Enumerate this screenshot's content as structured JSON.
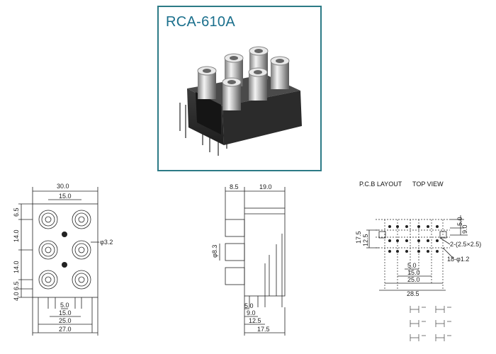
{
  "product": {
    "model": "RCA-610A"
  },
  "front_view": {
    "dims": {
      "overall_width": "30.0",
      "jack_pitch": "15.0",
      "hole_dia": "φ3.2",
      "top_offset": "6.5",
      "row_pitch_upper": "14.0",
      "row_pitch_lower": "14.0",
      "bottom_a": "6.5",
      "bottom_b": "4.0",
      "pin_span_a": "5.0",
      "pin_span_b": "15.0",
      "pin_span_c": "25.0",
      "base_width": "27.0"
    }
  },
  "side_view": {
    "dims": {
      "jack_depth": "8.5",
      "body_depth": "19.0",
      "jack_dia": "φ8.3",
      "pin_a": "5.0",
      "pin_b": "9.0",
      "pin_c": "12.5",
      "pin_d": "17.5"
    }
  },
  "pcb_layout": {
    "heading_left": "P.C.B LAYOUT",
    "heading_right": "TOP VIEW",
    "dims": {
      "top_a": "5.0",
      "top_b": "9.0",
      "left_a": "12.5",
      "left_b": "17.5",
      "holes_big": "2-(2.5×2.5)",
      "holes_small": "18-φ1.2",
      "bottom_a": "5.0",
      "bottom_b": "15.0",
      "bottom_c": "25.0",
      "overall": "28.5"
    }
  },
  "colors": {
    "frame": "#2c7a86",
    "title": "#1a6f8c",
    "line": "#222222",
    "body_dark": "#2a2a2a"
  }
}
